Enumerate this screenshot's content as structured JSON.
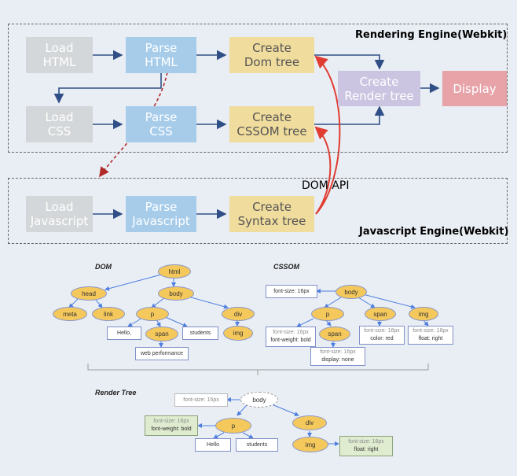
{
  "pipeline": {
    "rendering_engine_label": "Rendering Engine(Webkit)",
    "javascript_engine_label": "Javascript Engine(Webkit)",
    "dom_api_label": "DOM API",
    "load_html": "Load\nHTML",
    "parse_html": "Parse\nHTML",
    "create_dom": "Create\nDom tree",
    "load_css": "Load\nCSS",
    "parse_css": "Parse\nCSS",
    "create_cssom": "Create\nCSSOM tree",
    "create_render": "Create\nRender tree",
    "display": "Display",
    "load_js": "Load\nJavascript",
    "parse_js": "Parse\nJavascript",
    "create_syntax": "Create\nSyntax  tree"
  },
  "dom_tree": {
    "title": "DOM",
    "html": "html",
    "head": "head",
    "body": "body",
    "meta": "meta",
    "link": "link",
    "p": "p",
    "div": "div",
    "hello": "Hello,",
    "span": "span",
    "students": "students",
    "img": "img",
    "web_performance": "web performance"
  },
  "cssom_tree": {
    "title": "CSSOM",
    "body": "body",
    "p": "p",
    "span_under_p": "span",
    "span": "span",
    "img": "img",
    "body_note": "font-size: 16px",
    "p_note_1": "font-size: 16px",
    "p_note_2": "font-weight: bold",
    "span_p_note_1": "font-size: 16px",
    "span_p_note_2": "display: none",
    "span_note_1": "font-size: 16px",
    "span_note_2": "color: red",
    "img_note_1": "font-size: 16px",
    "img_note_2": "float: right"
  },
  "render_tree": {
    "title": "Render Tree",
    "body": "body",
    "p": "p",
    "div": "div",
    "img": "img",
    "hello": "Hello",
    "students": "students",
    "body_note": "font-size: 16px",
    "p_note_1": "font-size: 16px",
    "p_note_2": "font-weight: bold",
    "img_note_1": "font-size: 16px",
    "img_note_2": "float: right"
  },
  "colors": {
    "load": "#d4d7d9",
    "parse": "#a7ccea",
    "create": "#f0dc9d",
    "render": "#cbc5e2",
    "display": "#e7a3a8",
    "node": "#f5c85b",
    "arrow": "#2f4f86",
    "red_arrow": "#e03c31"
  }
}
